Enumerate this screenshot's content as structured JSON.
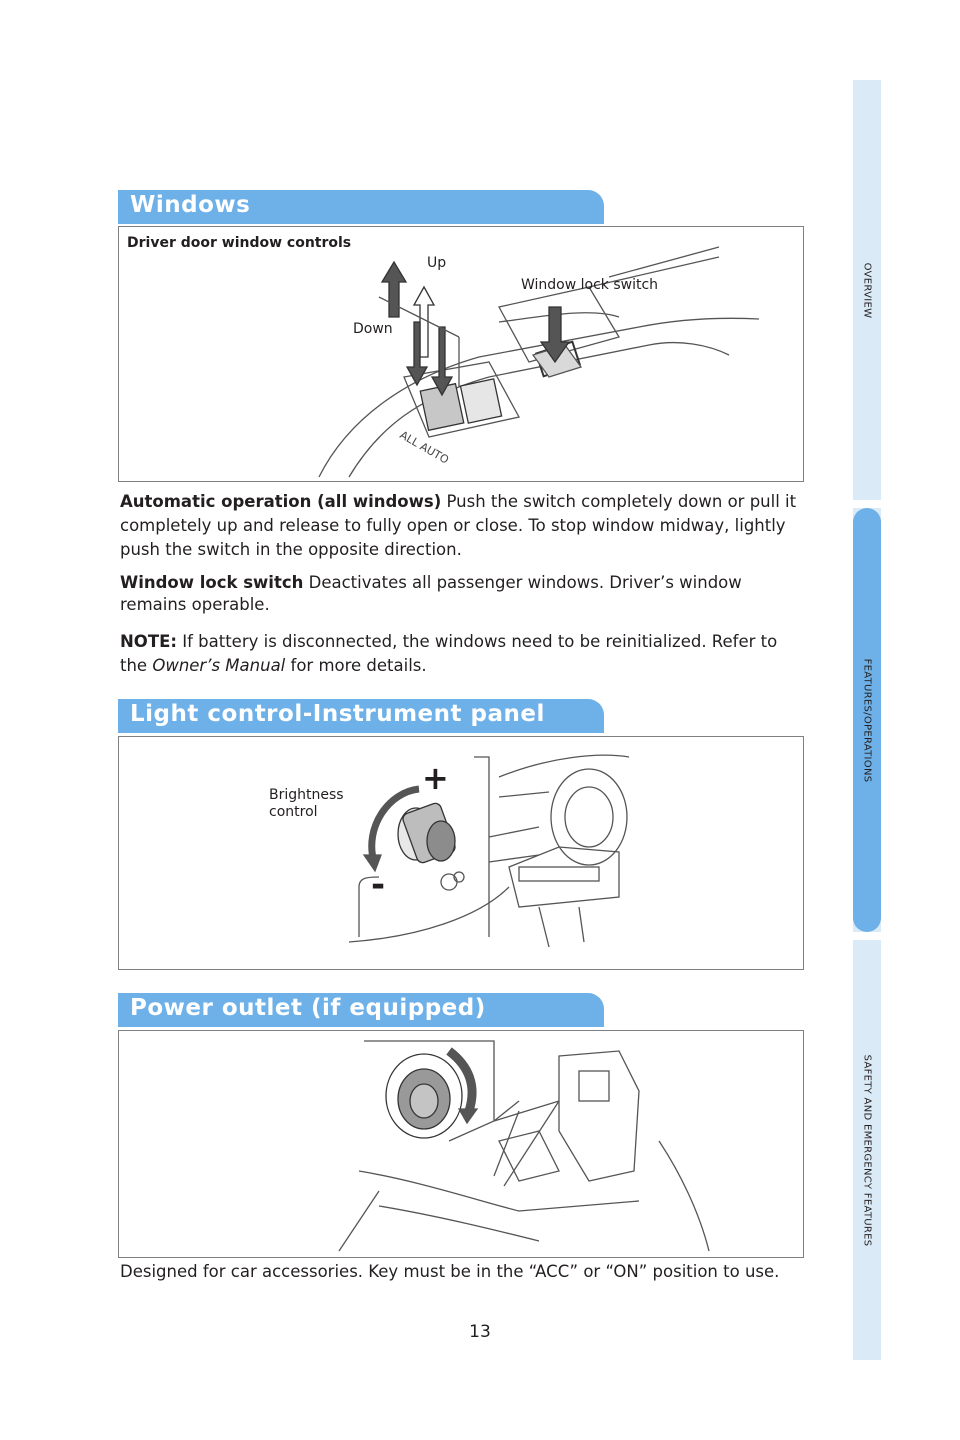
{
  "tabs": {
    "overview": "OVERVIEW",
    "features": "FEATURES/OPERATIONS",
    "safety": "SAFETY AND EMERGENCY FEATURES"
  },
  "windows": {
    "header": "Windows",
    "figure": {
      "caption": "Driver door window controls",
      "up": "Up",
      "down": "Down",
      "lock_switch": "Window lock switch"
    },
    "auto_title": "Automatic operation (all windows)",
    "auto_text": "Push the switch completely down or pull it completely up and release to fully open or close. To stop window midway, lightly push the switch in the opposite direction.",
    "lock_title": "Window lock switch",
    "lock_text": "Deactivates all passenger windows. Driver’s window remains operable.",
    "note_title": "NOTE:",
    "note_text_1": "If battery is disconnected, the windows need to be reinitialized. Refer to the",
    "note_manual": "Owner’s Manual",
    "note_text_2": "for more details."
  },
  "light": {
    "header": "Light control-Instrument panel",
    "brightness_label_1": "Brightness",
    "brightness_label_2": "control",
    "plus": "+",
    "minus": "-"
  },
  "power": {
    "header": "Power outlet (if equipped)",
    "text": "Designed for car accessories. Key must be in the “ACC” or “ON” position to use."
  },
  "page_number": "13"
}
